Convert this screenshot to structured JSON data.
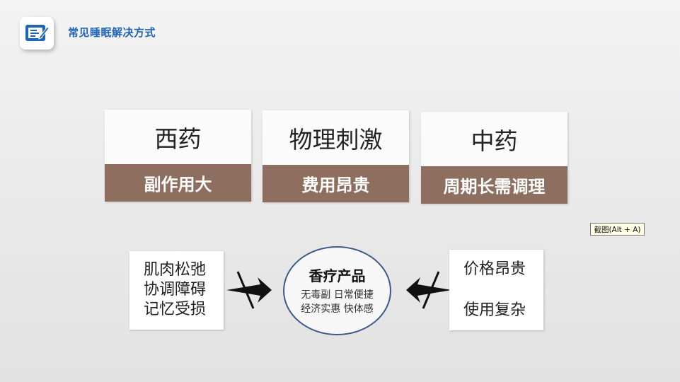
{
  "header": {
    "title": "常见睡眠解决方式",
    "logo_icon": "edit-document-icon",
    "accent": "#1f64b5"
  },
  "cards": [
    {
      "name": "西药",
      "drawback": "副作用大"
    },
    {
      "name": "物理刺激",
      "drawback": "费用昂贵"
    },
    {
      "name": "中药",
      "drawback": "周期长需调理"
    }
  ],
  "left_box": {
    "lines": [
      "肌肉松弛",
      "协调障碍",
      "记忆受损"
    ]
  },
  "center": {
    "title": "香疗产品",
    "line1": "无毒副  日常便捷",
    "line2": "经济实惠  快体感"
  },
  "right_box": {
    "lines": [
      "价格昂贵",
      "使用复杂"
    ]
  },
  "tooltip": {
    "text": "截图(Alt + A)"
  },
  "colors": {
    "card_band": "#8e6e5f",
    "ellipse_border": "#3b5a86"
  }
}
